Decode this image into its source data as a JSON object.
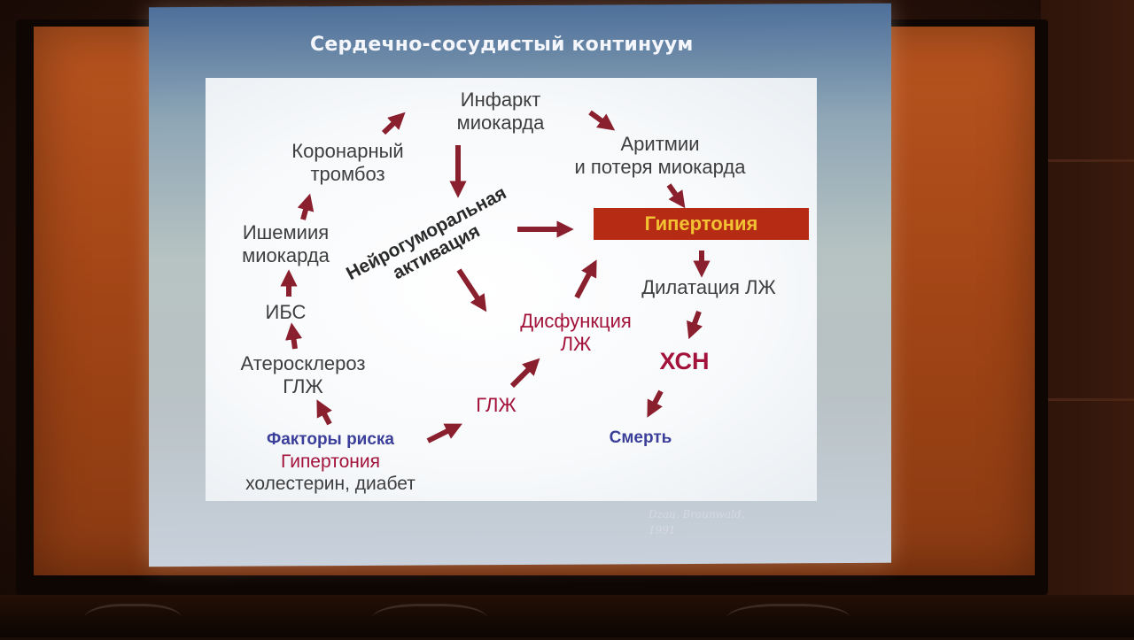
{
  "slide": {
    "title": "Сердечно-сосудистый континуум",
    "citation_line1": "Dzau, Braunwald,",
    "citation_line2": "1991"
  },
  "nodes": {
    "infarct_1": "Инфаркт",
    "infarct_2": "миокарда",
    "coronary_1": "Коронарный",
    "coronary_2": "тромбоз",
    "arrhythmia_1": "Аритмии",
    "arrhythmia_2": "и потеря миокарда",
    "neuro_1": "Нейрогуморальная",
    "neuro_2": "активация",
    "ischemia_1": "Ишемиия",
    "ischemia_2": "миокарда",
    "hypertension_box": "Гипертония",
    "dilation": "Дилатация ЛЖ",
    "ibs": "ИБС",
    "dysfunction_1": "Дисфункция",
    "dysfunction_2": "ЛЖ",
    "athero_1": "Атеросклероз",
    "athero_2": "ГЛЖ",
    "chf": "ХСН",
    "lvh": "ГЛЖ",
    "death": "Смерть",
    "risk_1": "Факторы риска",
    "risk_2": "Гипертония",
    "risk_3": "холестерин, диабет"
  },
  "colors": {
    "arrow": "#8a1f2e",
    "red_text": "#a3123a",
    "blue_text": "#3b3f9a",
    "htn_box": "#b52b14",
    "htn_text": "#f2c233"
  }
}
